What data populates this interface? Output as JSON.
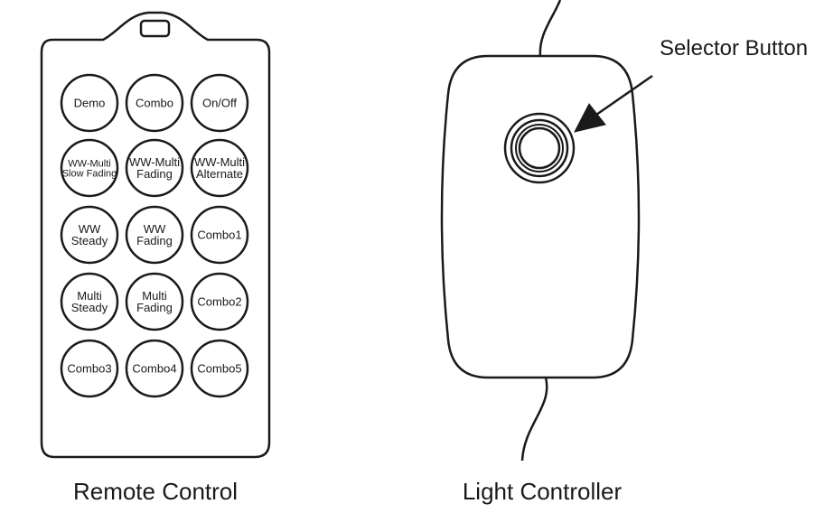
{
  "remote": {
    "caption": "Remote Control",
    "buttons": [
      [
        "Demo"
      ],
      [
        "Combo"
      ],
      [
        "On/Off"
      ],
      [
        "WW-Multi",
        "Slow Fading"
      ],
      [
        "WW-Multi",
        "Fading"
      ],
      [
        "WW-Multi",
        "Alternate"
      ],
      [
        "WW",
        "Steady"
      ],
      [
        "WW",
        "Fading"
      ],
      [
        "Combo1"
      ],
      [
        "Multi",
        "Steady"
      ],
      [
        "Multi",
        "Fading"
      ],
      [
        "Combo2"
      ],
      [
        "Combo3"
      ],
      [
        "Combo4"
      ],
      [
        "Combo5"
      ]
    ]
  },
  "controller": {
    "caption": "Light Controller",
    "selector_label": "Selector Button"
  }
}
